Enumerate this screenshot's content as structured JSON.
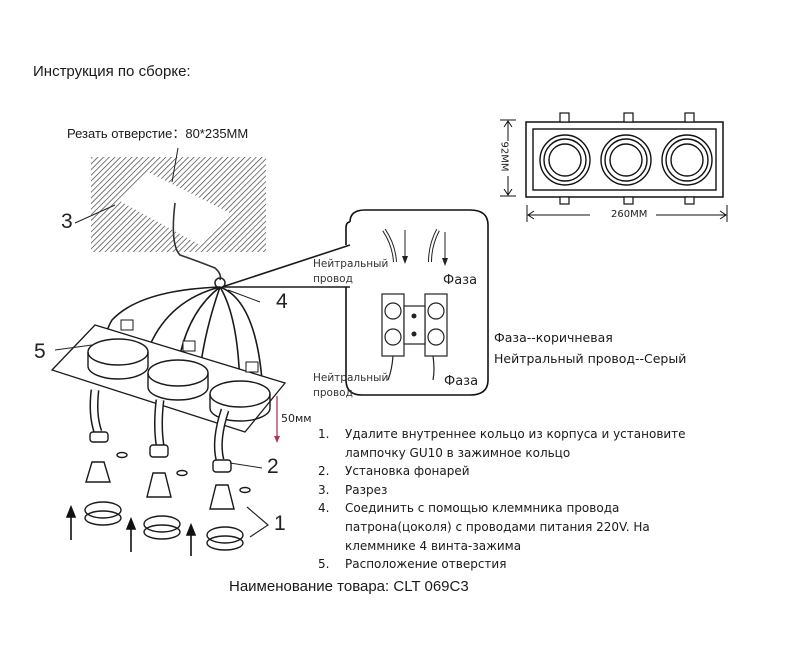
{
  "document": {
    "title": "Инструкция по сборке:",
    "cut_hole_label": "Резать отверстие：80*235MM",
    "product_name": "Наименование товара: CLT 069C3"
  },
  "callouts": {
    "c1": "1",
    "c2": "2",
    "c3": "3",
    "c4": "4",
    "c5": "5"
  },
  "dimensions": {
    "width": "260MM",
    "height": "92MM",
    "depth": "50мм"
  },
  "wiring_detail": {
    "neutral_top": "Нейтральный провод",
    "phase_top": "Фаза",
    "neutral_bottom": "Нейтральный провод",
    "phase_bottom": "Фаза"
  },
  "legend": {
    "phase": "Фаза--коричневая",
    "neutral": "Нейтральный провод--Серый"
  },
  "steps": [
    {
      "num": "1.",
      "text": "Удалите внутреннее кольцо из корпуса и установите лампочку GU10 в зажимное кольцо"
    },
    {
      "num": "2.",
      "text": "Установка фонарей"
    },
    {
      "num": "3.",
      "text": "Разрез"
    },
    {
      "num": "4.",
      "text": "Соединить с помощью клеммника провода патрона(цоколя) с проводами питания 220V. На клеммнике 4 винта-зажима"
    },
    {
      "num": "5.",
      "text": "Расположение отверстия"
    }
  ],
  "colors": {
    "line": "#1a1a1a",
    "dimension_marker": "#b03a4a"
  }
}
